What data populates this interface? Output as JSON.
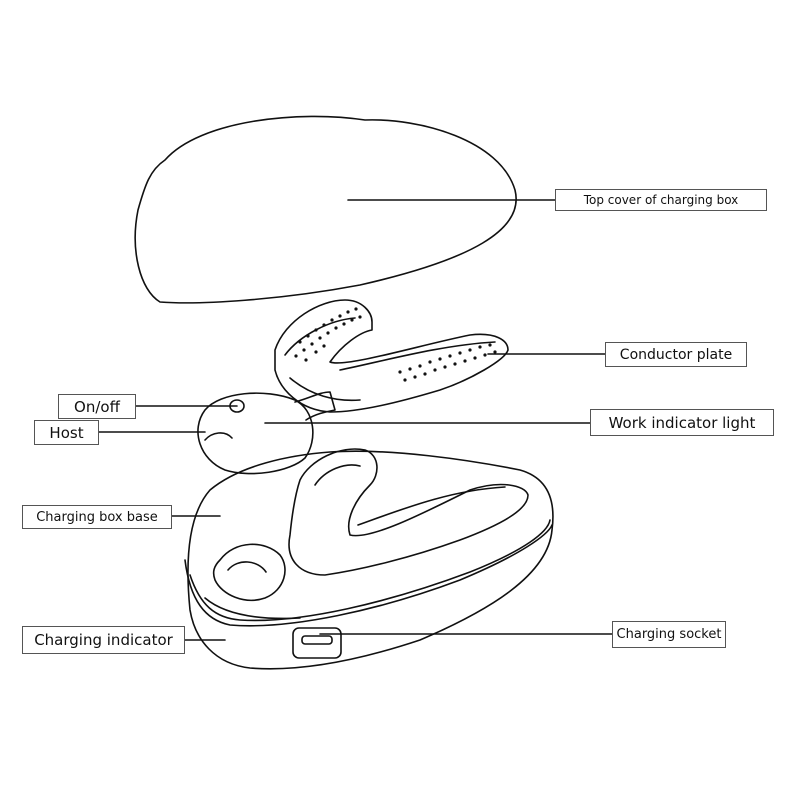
{
  "labels": {
    "top_cover": "Top cover of charging box",
    "conductor_plate": "Conductor plate",
    "on_off": "On/off",
    "host": "Host",
    "work_indicator_light": "Work indicator light",
    "charging_box_base": "Charging box base",
    "charging_indicator": "Charging indicator",
    "charging_socket": "Charging socket"
  },
  "colors": {
    "line": "#111111",
    "label_border": "#555555"
  }
}
